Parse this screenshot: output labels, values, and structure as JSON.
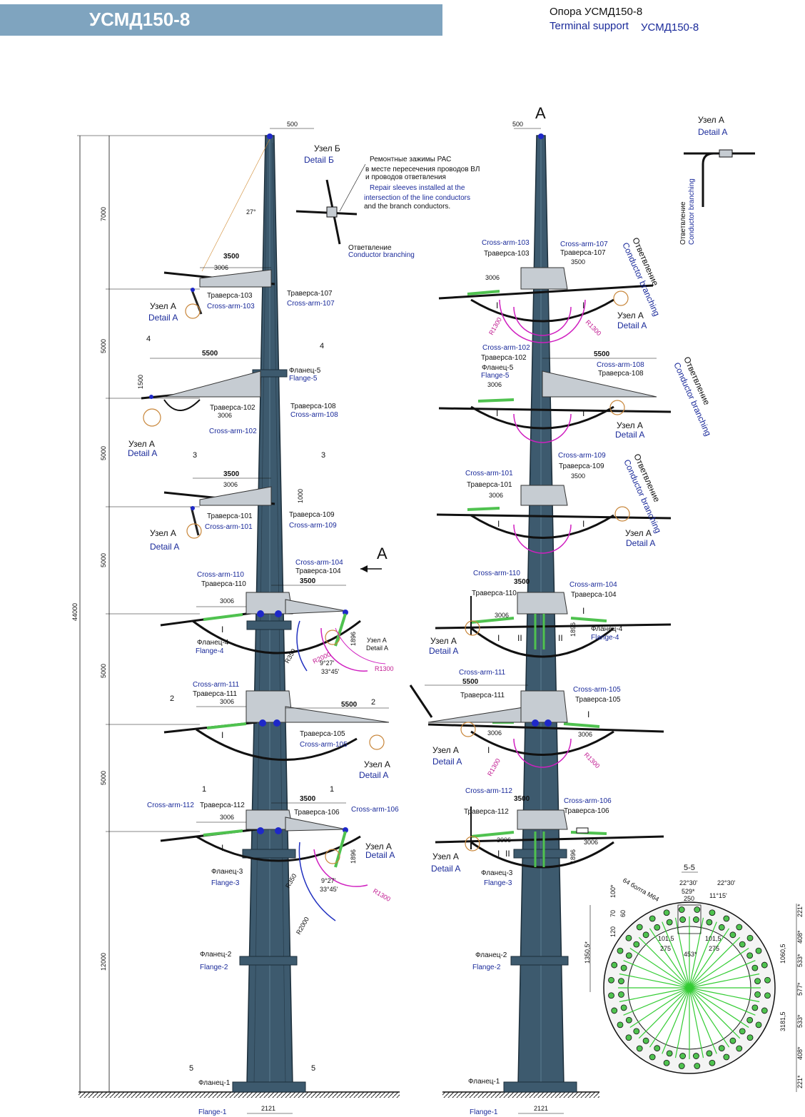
{
  "header": {
    "title": "УСМД150-8",
    "ru": "Опора УСМД150-8",
    "en": "Terminal support",
    "en_code": "УСМД150-8",
    "bar_color": "#7fa4bf"
  },
  "colors": {
    "pole": "#3d5a6e",
    "pole_edge": "#1c2e3a",
    "steel": "#c6ccd2",
    "insulator": "#4fc24f",
    "node": "#1e28c8",
    "circle": "#c8863a",
    "arc_pink": "#d020c0",
    "arc_blue": "#2030c0",
    "text_blue": "#1a2a9a"
  },
  "view_a_label": "A",
  "detail_b": {
    "ru": "Узел  Б",
    "en": "Detail  Б"
  },
  "detail_a": {
    "ru": "Узел  А",
    "en": "Detail  A"
  },
  "branch": {
    "ru": "Ответвление",
    "en": "Conductor branching"
  },
  "repair_note": {
    "ru1": "Ремонтные зажимы РАС",
    "ru2": "в месте пересечения  проводов ВЛ",
    "ru3": "и  проводов  ответвления",
    "en1": "Repair sleeves installed at the",
    "en2": "intersection of the line conductors",
    "en3": "and the branch conductors."
  },
  "dims_left": {
    "total": "44000",
    "sections": [
      "7000",
      "5000",
      "5000",
      "5000",
      "5000",
      "5000",
      "12000"
    ],
    "top_width": "500",
    "base_width": "2121",
    "angle": "27°"
  },
  "crossarms": {
    "c101": {
      "ru": "Траверса-101",
      "en": "Cross-arm-101"
    },
    "c102": {
      "ru": "Траверса-102",
      "en": "Cross-arm-102"
    },
    "c103": {
      "ru": "Траверса-103",
      "en": "Cross-arm-103"
    },
    "c104": {
      "ru": "Траверса-104",
      "en": "Cross-arm-104"
    },
    "c105": {
      "ru": "Траверса-105",
      "en": "Cross-arm-105"
    },
    "c106": {
      "ru": "Траверса-106",
      "en": "Cross-arm-106"
    },
    "c107": {
      "ru": "Траверса-107",
      "en": "Cross-arm-107"
    },
    "c108": {
      "ru": "Траверса-108",
      "en": "Cross-arm-108"
    },
    "c109": {
      "ru": "Траверса-109",
      "en": "Cross-arm-109"
    },
    "c110": {
      "ru": "Траверса-110",
      "en": "Cross-arm-110"
    },
    "c111": {
      "ru": "Траверса-111",
      "en": "Cross-arm-111"
    },
    "c112": {
      "ru": "Траверса-112",
      "en": "Cross-arm-112"
    }
  },
  "flanges": {
    "f1": {
      "ru": "Фланец-1",
      "en": "Flange-1"
    },
    "f2": {
      "ru": "Фланец-2",
      "en": "Flange-2"
    },
    "f3": {
      "ru": "Фланец-3",
      "en": "Flange-3"
    },
    "f4": {
      "ru": "Фланец-4",
      "en": "Flange-4"
    },
    "f5": {
      "ru": "Фланец-5",
      "en": "Flange-5"
    }
  },
  "arm_dims": {
    "d3500": "3500",
    "d3006": "3006",
    "d5500": "5500",
    "d1500": "1500",
    "d1000": "1000",
    "d1896": "1896",
    "r1300": "R1300",
    "r2000": "R2000",
    "r350": "R350",
    "a1": "9°27'",
    "a2": "33°45'"
  },
  "phase_i": "I",
  "phase_ii": "II",
  "sections": [
    "1",
    "2",
    "3",
    "4",
    "5"
  ],
  "section55": {
    "title": "5-5",
    "bolts": "64 болта М64",
    "angles": [
      "22°30'",
      "22°30'",
      "11°15'"
    ],
    "dims_left": [
      "100*",
      "70",
      "120",
      "1350,5*",
      "60"
    ],
    "dims_right": [
      "221*",
      "408*",
      "533*",
      "577*",
      "533*",
      "408*",
      "221*",
      "1060,5",
      "3181,5"
    ],
    "inner": [
      "529*",
      "250",
      "101,5",
      "101,5",
      "275",
      "275",
      "453*"
    ]
  }
}
